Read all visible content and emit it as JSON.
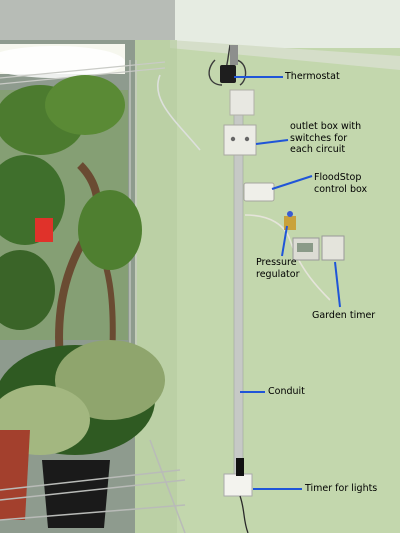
{
  "annotations": {
    "thermostat": "Thermostat",
    "outlet_box": [
      "outlet box with",
      "switches for",
      "each circuit"
    ],
    "floodstop": [
      "FloodStop",
      "control box"
    ],
    "pressure_regulator": [
      "Pressure",
      "regulator"
    ],
    "garden_timer": "Garden timer",
    "conduit": "Conduit",
    "timer_for_lights": "Timer for lights"
  },
  "colors": {
    "wall": "#c3d7ad",
    "annotation_line": "#1f55d8",
    "conduit": "#c6c9c6",
    "foliage": "#3f6f2c"
  }
}
